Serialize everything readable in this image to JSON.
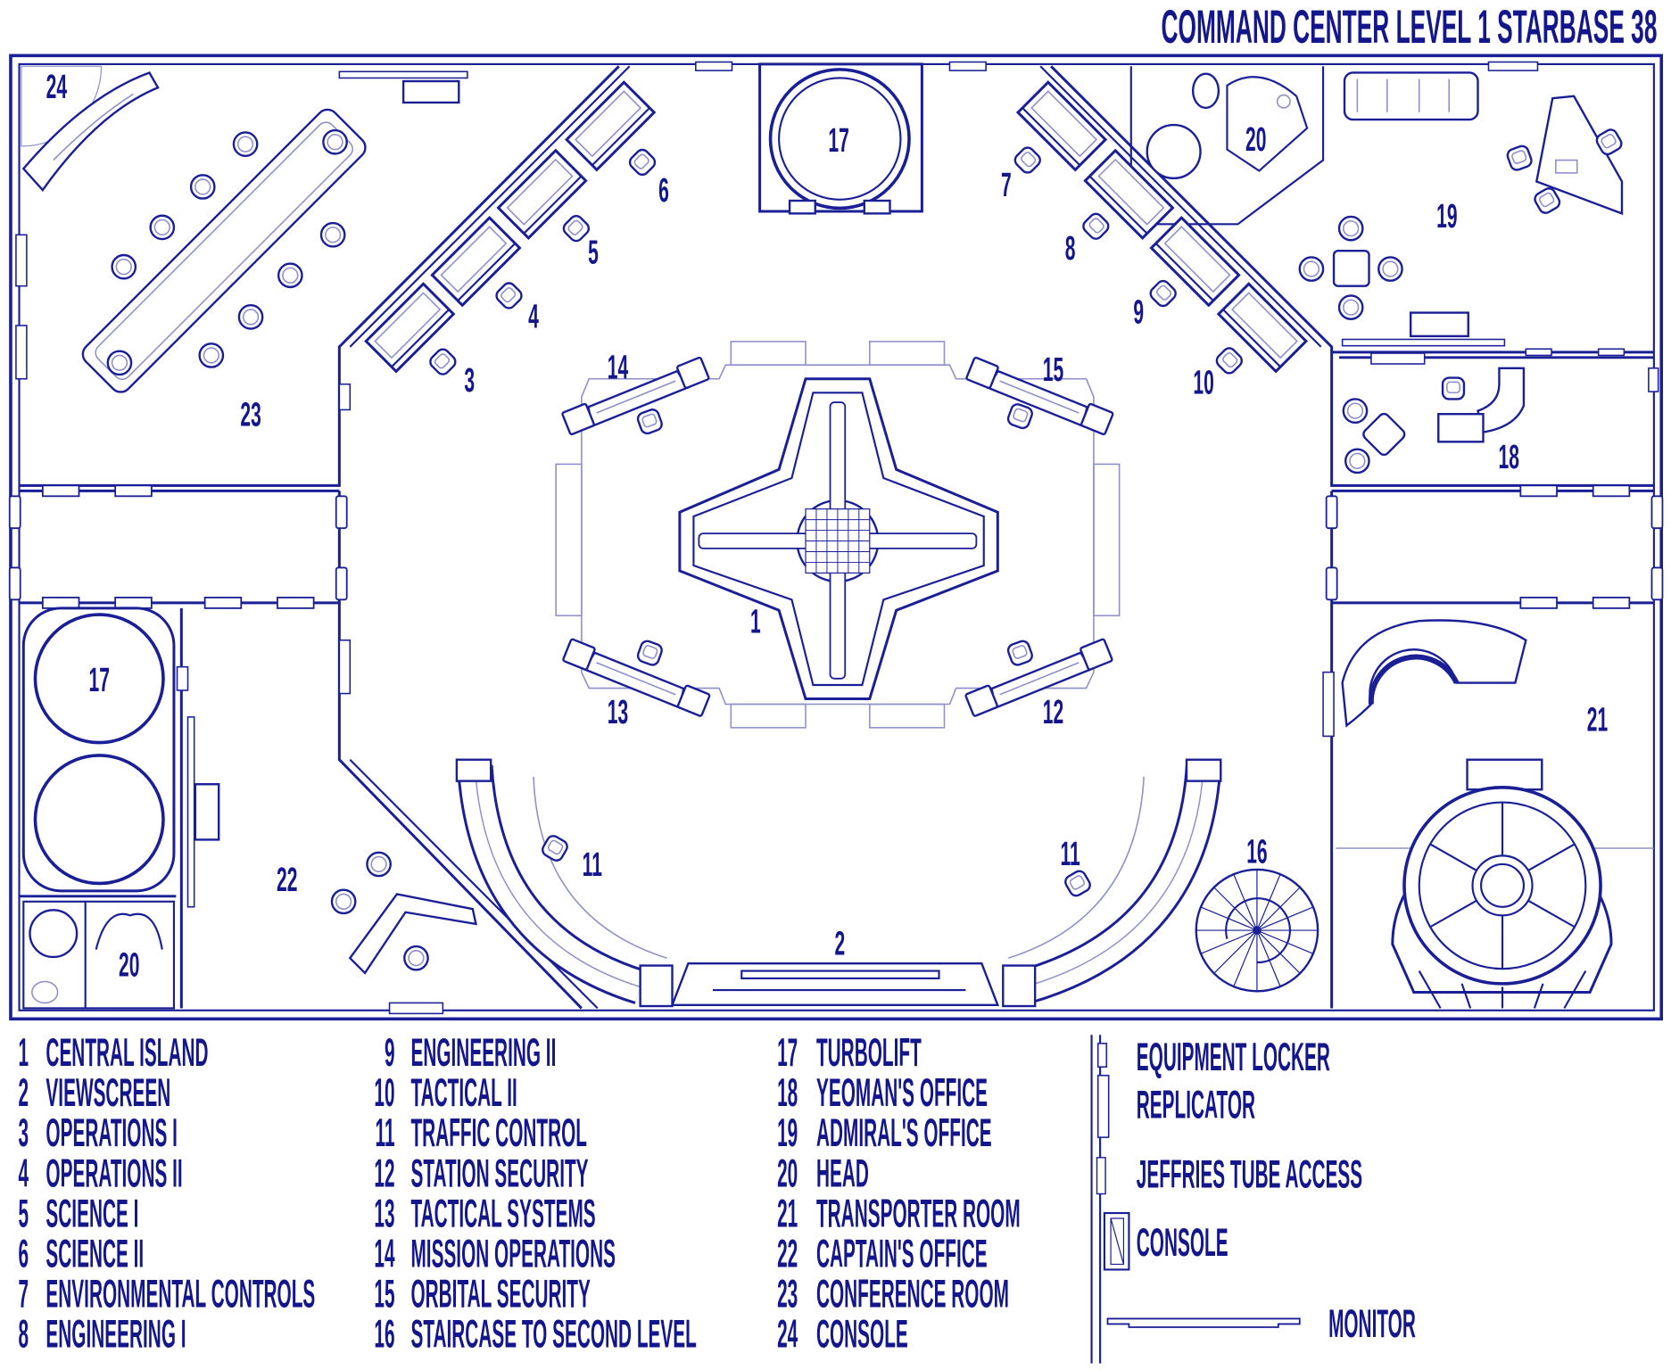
{
  "title": "COMMAND CENTER LEVEL 1 STARBASE 38",
  "plan_labels": [
    "24",
    "6",
    "17",
    "7",
    "20",
    "19",
    "5",
    "8",
    "4",
    "9",
    "3",
    "10",
    "14",
    "15",
    "23",
    "18",
    "1",
    "17",
    "21",
    "13",
    "12",
    "11",
    "11",
    "16",
    "22",
    "2",
    "20"
  ],
  "legend": {
    "items": [
      {
        "num": "1",
        "label": "CENTRAL ISLAND"
      },
      {
        "num": "2",
        "label": "VIEWSCREEN"
      },
      {
        "num": "3",
        "label": "OPERATIONS I"
      },
      {
        "num": "4",
        "label": "OPERATIONS II"
      },
      {
        "num": "5",
        "label": "SCIENCE I"
      },
      {
        "num": "6",
        "label": "SCIENCE II"
      },
      {
        "num": "7",
        "label": "ENVIRONMENTAL CONTROLS"
      },
      {
        "num": "8",
        "label": "ENGINEERING I"
      },
      {
        "num": "9",
        "label": "ENGINEERING II"
      },
      {
        "num": "10",
        "label": "TACTICAL II"
      },
      {
        "num": "11",
        "label": "TRAFFIC CONTROL"
      },
      {
        "num": "12",
        "label": "STATION SECURITY"
      },
      {
        "num": "13",
        "label": "TACTICAL SYSTEMS"
      },
      {
        "num": "14",
        "label": "MISSION OPERATIONS"
      },
      {
        "num": "15",
        "label": "ORBITAL SECURITY"
      },
      {
        "num": "16",
        "label": "STAIRCASE TO SECOND LEVEL"
      },
      {
        "num": "17",
        "label": "TURBOLIFT"
      },
      {
        "num": "18",
        "label": "YEOMAN'S OFFICE"
      },
      {
        "num": "19",
        "label": "ADMIRAL'S OFFICE"
      },
      {
        "num": "20",
        "label": "HEAD"
      },
      {
        "num": "21",
        "label": "TRANSPORTER ROOM"
      },
      {
        "num": "22",
        "label": "CAPTAIN'S OFFICE"
      },
      {
        "num": "23",
        "label": "CONFERENCE ROOM"
      },
      {
        "num": "24",
        "label": "CONSOLE"
      }
    ]
  },
  "key": {
    "equipment_locker": "EQUIPMENT LOCKER",
    "replicator": "REPLICATOR",
    "jeffries_tube": "JEFFRIES TUBE ACCESS",
    "console": "CONSOLE",
    "monitor": "MONITOR"
  },
  "colors": {
    "ink": "#1a1f96",
    "light_ink": "#8d8fc8"
  }
}
